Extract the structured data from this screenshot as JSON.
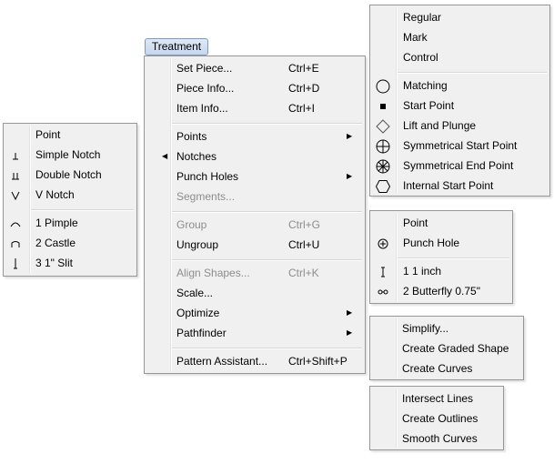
{
  "treatment_menu": {
    "title": "Treatment",
    "items": [
      {
        "label": "Set Piece...",
        "shortcut": "Ctrl+E"
      },
      {
        "label": "Piece Info...",
        "shortcut": "Ctrl+D"
      },
      {
        "label": "Item Info...",
        "shortcut": "Ctrl+I"
      },
      {
        "label": "Points",
        "shortcut": ""
      },
      {
        "label": "Notches",
        "shortcut": ""
      },
      {
        "label": "Punch Holes",
        "shortcut": ""
      },
      {
        "label": "Segments...",
        "shortcut": ""
      },
      {
        "label": "Group",
        "shortcut": "Ctrl+G"
      },
      {
        "label": "Ungroup",
        "shortcut": "Ctrl+U"
      },
      {
        "label": "Align Shapes...",
        "shortcut": "Ctrl+K"
      },
      {
        "label": "Scale...",
        "shortcut": ""
      },
      {
        "label": "Optimize",
        "shortcut": ""
      },
      {
        "label": "Pathfinder",
        "shortcut": ""
      },
      {
        "label": "Pattern Assistant...",
        "shortcut": "Ctrl+Shift+P"
      }
    ]
  },
  "notches_menu": {
    "items": [
      {
        "label": "Point",
        "icon": ""
      },
      {
        "label": "Simple Notch",
        "icon": "simple-notch-icon"
      },
      {
        "label": "Double Notch",
        "icon": "double-notch-icon"
      },
      {
        "label": "V Notch",
        "icon": "v-notch-icon"
      },
      {
        "label": "1 Pimple",
        "icon": "pimple-icon"
      },
      {
        "label": "2 Castle",
        "icon": "castle-icon"
      },
      {
        "label": "3 1\" Slit",
        "icon": "slit-icon"
      }
    ]
  },
  "points_menu": {
    "items": [
      {
        "label": "Regular",
        "icon": ""
      },
      {
        "label": "Mark",
        "icon": ""
      },
      {
        "label": "Control",
        "icon": ""
      },
      {
        "label": "Matching",
        "icon": "circle-icon"
      },
      {
        "label": "Start Point",
        "icon": "square-icon"
      },
      {
        "label": "Lift and Plunge",
        "icon": "diamond-icon"
      },
      {
        "label": "Symmetrical Start Point",
        "icon": "circle-cross-icon"
      },
      {
        "label": "Symmetrical End Point",
        "icon": "circle-star-icon"
      },
      {
        "label": "Internal Start Point",
        "icon": "hexagon-icon"
      }
    ]
  },
  "punch_menu": {
    "items": [
      {
        "label": "Point",
        "icon": ""
      },
      {
        "label": "Punch Hole",
        "icon": "punch-hole-icon"
      },
      {
        "label": "1 1 inch",
        "icon": "inch-icon"
      },
      {
        "label": "2 Butterfly 0.75\"",
        "icon": "butterfly-icon"
      }
    ]
  },
  "optimize_menu": {
    "items": [
      {
        "label": "Simplify..."
      },
      {
        "label": "Create Graded Shape"
      },
      {
        "label": "Create Curves"
      }
    ]
  },
  "pathfinder_menu": {
    "items": [
      {
        "label": "Intersect Lines"
      },
      {
        "label": "Create Outlines"
      },
      {
        "label": "Smooth Curves"
      }
    ]
  }
}
